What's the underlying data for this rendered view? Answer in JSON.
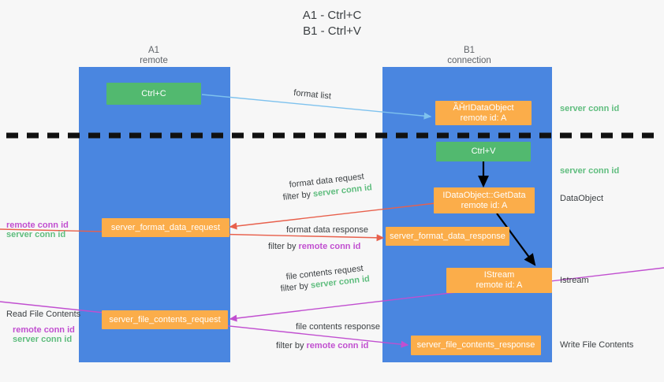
{
  "title": {
    "line1": "A1 - Ctrl+C",
    "line2": "B1 - Ctrl+V"
  },
  "lanes": [
    {
      "name": "A1",
      "sub": "remote"
    },
    {
      "name": "B1",
      "sub": "connection"
    }
  ],
  "boxes": {
    "ctrl_c": "Ctrl+C",
    "ctrl_v": "Ctrl+V",
    "idataobject_line1": "ȀȞrIDataObject",
    "idataobject_line2": "remote id: A",
    "getdata_line1": "IDataObject::GetData",
    "getdata_line2": "remote id: A",
    "istream_line1": "IStream",
    "istream_line2": "remote id: A",
    "server_format_data_request": "server_format_data_request",
    "server_format_data_response": "server_format_data_response",
    "server_file_contents_request": "server_file_contents_request",
    "server_file_contents_response": "server_file_contents_response"
  },
  "captions": {
    "format_list": "format list",
    "format_data_request": "format data request",
    "format_data_request_filter_prefix": "filter by ",
    "format_data_request_filter_value": "server conn id",
    "format_data_response": "format data response",
    "format_data_response_filter_prefix": "filter by ",
    "format_data_response_filter_value": "remote conn id",
    "file_contents_request": "file contents request",
    "file_contents_request_filter_prefix": "filter by ",
    "file_contents_request_filter_value": "server conn id",
    "file_contents_response": "file contents response",
    "file_contents_response_filter_prefix": "filter by ",
    "file_contents_response_filter_value": "remote conn id"
  },
  "side_labels": {
    "right_server_conn_id_top": "server conn id",
    "right_server_conn_id_mid": "server conn id",
    "right_dataobject": "DataObject",
    "right_istream": "Istream",
    "right_write_file_contents": "Write File Contents",
    "left_remote_conn_id_mid": "remote conn id",
    "left_server_conn_id_mid": "server conn id",
    "left_read_file_contents": "Read File Contents",
    "left_remote_conn_id_bottom": "remote conn id",
    "left_server_conn_id_bottom": "server conn id"
  },
  "colors": {
    "lane": "#4a86e0",
    "box_orange": "#fbad4a",
    "box_green": "#52b96f",
    "conn_green": "#5fbd7e",
    "conn_magenta": "#c14fd0",
    "arrow_blue": "#7ec2ee",
    "arrow_red": "#e8604c",
    "arrow_magenta": "#c14fd0",
    "arrow_black": "#000000",
    "background": "#f7f7f7"
  }
}
